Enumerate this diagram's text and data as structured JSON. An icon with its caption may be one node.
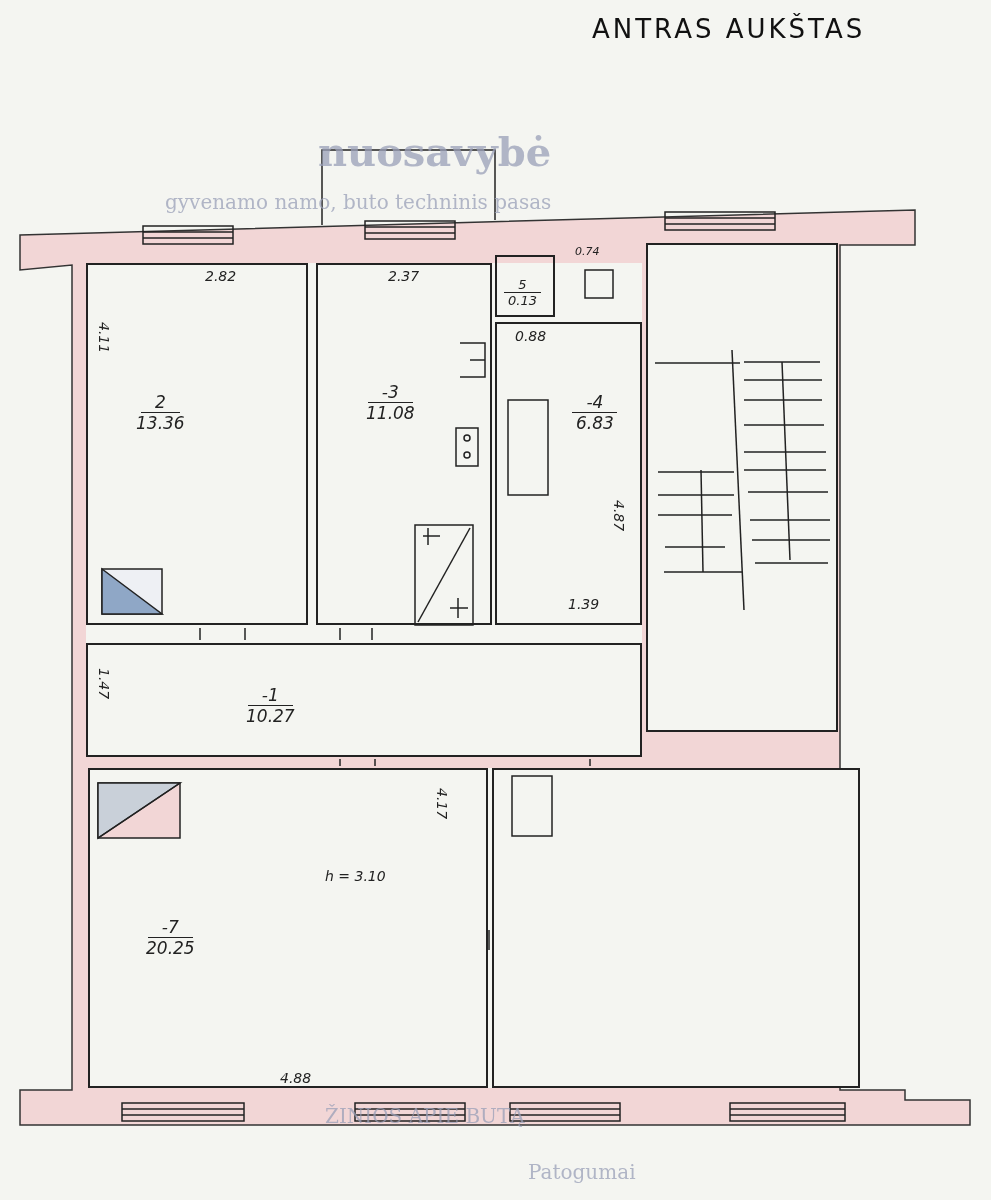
{
  "diagram": {
    "title": "ANTRAS AUKŠTAS",
    "nodes": [
      {
        "text": [
          "2",
          "13.36"
        ]
      },
      {
        "text": [
          "-3",
          "11.08"
        ]
      },
      {
        "text": [
          "5",
          "0.13"
        ]
      },
      {
        "text": [
          "-4",
          "6.83"
        ]
      },
      {
        "text": [],
        "shape": "box"
      },
      {
        "text": [
          "-1",
          "10.27"
        ]
      },
      {
        "text": [
          "-7",
          "20.25"
        ]
      },
      {
        "text": [],
        "shape": "box"
      }
    ],
    "labels": [
      "nuosavybė",
      "gyvenamo namo, buto techninis pasas",
      "2.82",
      "2.37",
      "0.74",
      "4.11",
      "0.88",
      "4.87",
      "1.39",
      "1.47",
      "4.17",
      "h = 3.10",
      "4.88",
      "ŽINIOS APIE BUTĄ",
      "Patogumai"
    ]
  }
}
